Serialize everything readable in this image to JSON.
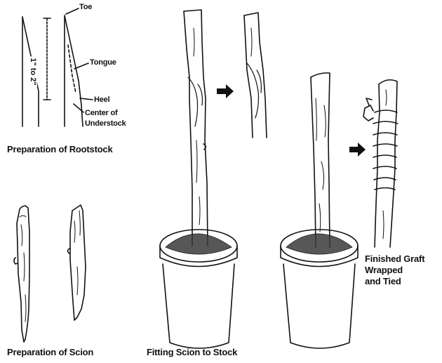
{
  "labels": {
    "toe": "Toe",
    "tongue": "Tongue",
    "heel": "Heel",
    "center_of_understock": [
      "Center of",
      "Understock"
    ],
    "measurement": "1\" to 2\"",
    "prep_rootstock": "Preparation of Rootstock",
    "prep_scion": "Preparation of Scion",
    "fitting": "Fitting Scion to Stock",
    "finished": [
      "Finished Graft",
      "Wrapped",
      "and Tied"
    ]
  },
  "colors": {
    "ink": "#111111",
    "paper": "#ffffff",
    "soil": "#3a3a3a"
  },
  "icons": [
    "arrow-right-icon",
    "arrow-right-icon",
    "arrow-right-icon"
  ]
}
